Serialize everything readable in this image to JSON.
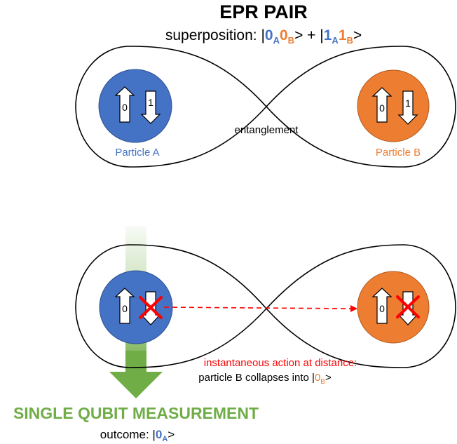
{
  "title": "EPR PAIR",
  "superposition": {
    "label": "superposition: ",
    "ket_open": "|",
    "ket_close": "> + ",
    "ket2_open": "|",
    "ket2_close": ">",
    "term1": {
      "v1": "0",
      "s1": "A",
      "v2": "0",
      "s2": "B"
    },
    "term2": {
      "v1": "1",
      "s1": "A",
      "v2": "1",
      "s2": "B"
    }
  },
  "particle_a": {
    "label": "Particle A",
    "up_value": "0",
    "down_value": "1"
  },
  "particle_b": {
    "label": "Particle B",
    "up_value": "0",
    "down_value": "1"
  },
  "entanglement_label": "entanglement",
  "measured_a": {
    "up_value": "0"
  },
  "measured_b": {
    "up_value": "0"
  },
  "action": {
    "line1": "instantaneous action at distance:",
    "line2_prefix": "particle B collapses into |",
    "line2_value": "0",
    "line2_sub": "B",
    "line2_suffix": ">"
  },
  "measurement": {
    "title": "SINGLE QUBIT MEASUREMENT",
    "outcome_prefix": "outcome: |",
    "outcome_value": "0",
    "outcome_sub": "A",
    "outcome_suffix": ">"
  },
  "colors": {
    "particle_a": "#4472C4",
    "particle_b": "#ED7D31",
    "measurement": "#70AD47",
    "action": "#FF0000",
    "outline": "#000000"
  }
}
